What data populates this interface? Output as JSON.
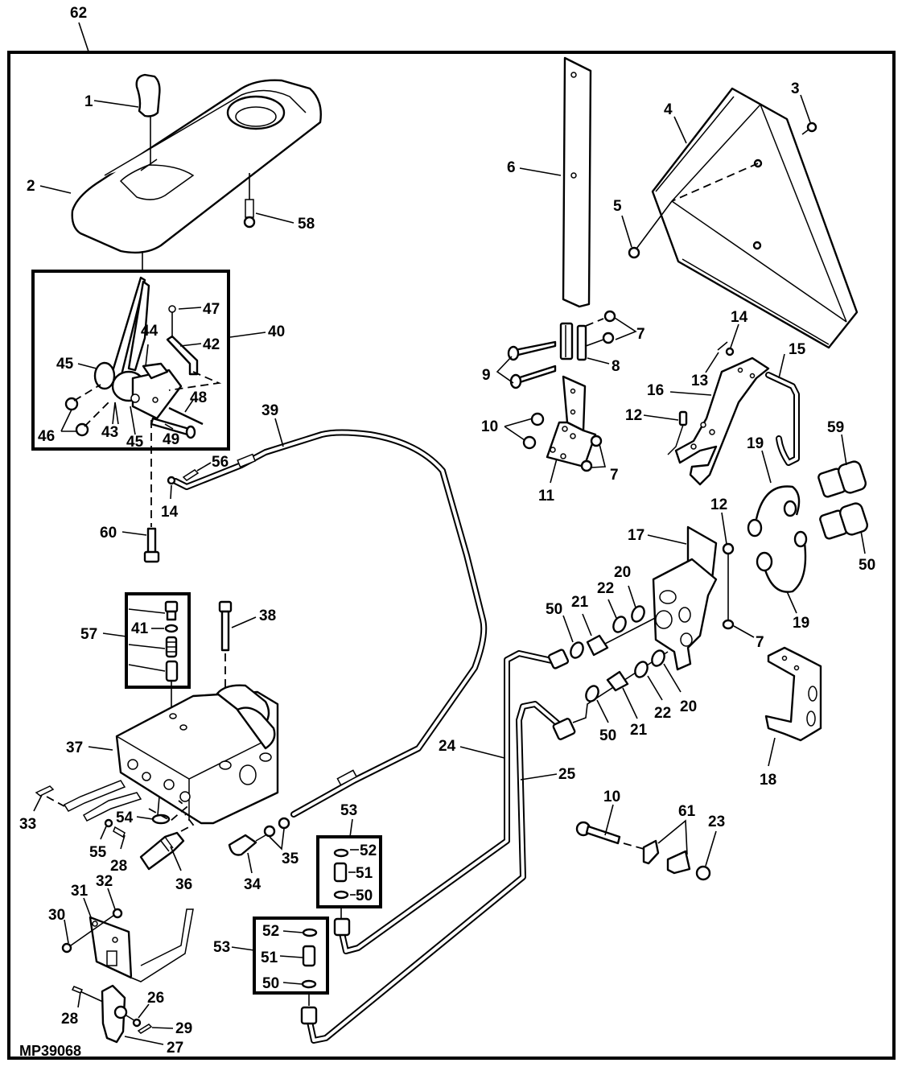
{
  "diagram": {
    "figure_id": "MP39068",
    "assembly_callout": "62",
    "callouts": {
      "c1": "1",
      "c2": "2",
      "c3": "3",
      "c4": "4",
      "c5": "5",
      "c6": "6",
      "c7a": "7",
      "c7b": "7",
      "c7c": "7",
      "c8": "8",
      "c9": "9",
      "c10a": "10",
      "c10b": "10",
      "c11": "11",
      "c12a": "12",
      "c12b": "12",
      "c13": "13",
      "c14a": "14",
      "c14b": "14",
      "c15": "15",
      "c16": "16",
      "c17": "17",
      "c18": "18",
      "c19a": "19",
      "c19b": "19",
      "c20a": "20",
      "c20b": "20",
      "c21a": "21",
      "c21b": "21",
      "c22a": "22",
      "c22b": "22",
      "c23": "23",
      "c24": "24",
      "c25": "25",
      "c26": "26",
      "c27": "27",
      "c28a": "28",
      "c28b": "28",
      "c29": "29",
      "c30": "30",
      "c31": "31",
      "c32": "32",
      "c33": "33",
      "c34": "34",
      "c35": "35",
      "c36": "36",
      "c37": "37",
      "c38": "38",
      "c39": "39",
      "c40": "40",
      "c41": "41",
      "c42": "42",
      "c43": "43",
      "c44": "44",
      "c45a": "45",
      "c45b": "45",
      "c46": "46",
      "c47": "47",
      "c48": "48",
      "c49": "49",
      "c50a": "50",
      "c50b": "50",
      "c50c": "50",
      "c50d": "50",
      "c50e": "50",
      "c51a": "51",
      "c51b": "51",
      "c52a": "52",
      "c52b": "52",
      "c53a": "53",
      "c53b": "53",
      "c54": "54",
      "c55": "55",
      "c56": "56",
      "c57": "57",
      "c58": "58",
      "c59": "59",
      "c60": "60",
      "c61": "61",
      "c62": "62"
    }
  }
}
